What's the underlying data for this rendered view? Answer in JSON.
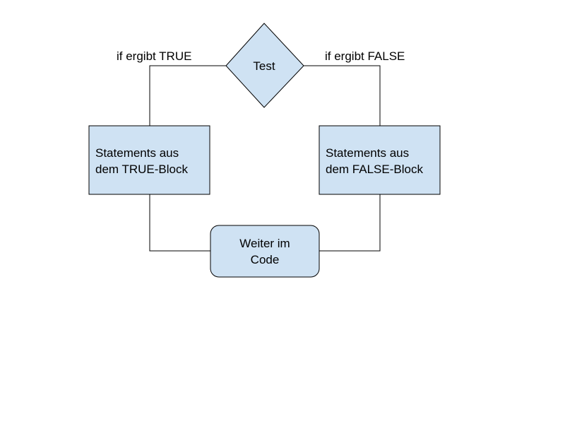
{
  "colors": {
    "node_fill": "#cfe2f3",
    "stroke": "#000000",
    "text": "#000000",
    "background": "#ffffff"
  },
  "nodes": {
    "test": {
      "label": "Test"
    },
    "true_block": {
      "lines": [
        "Statements aus",
        "dem TRUE-Block"
      ]
    },
    "false_block": {
      "lines": [
        "Statements aus",
        "dem FALSE-Block"
      ]
    },
    "continue": {
      "lines": [
        "Weiter im",
        "Code"
      ]
    }
  },
  "edges": {
    "true_label": "if ergibt TRUE",
    "false_label": "if ergibt FALSE"
  }
}
